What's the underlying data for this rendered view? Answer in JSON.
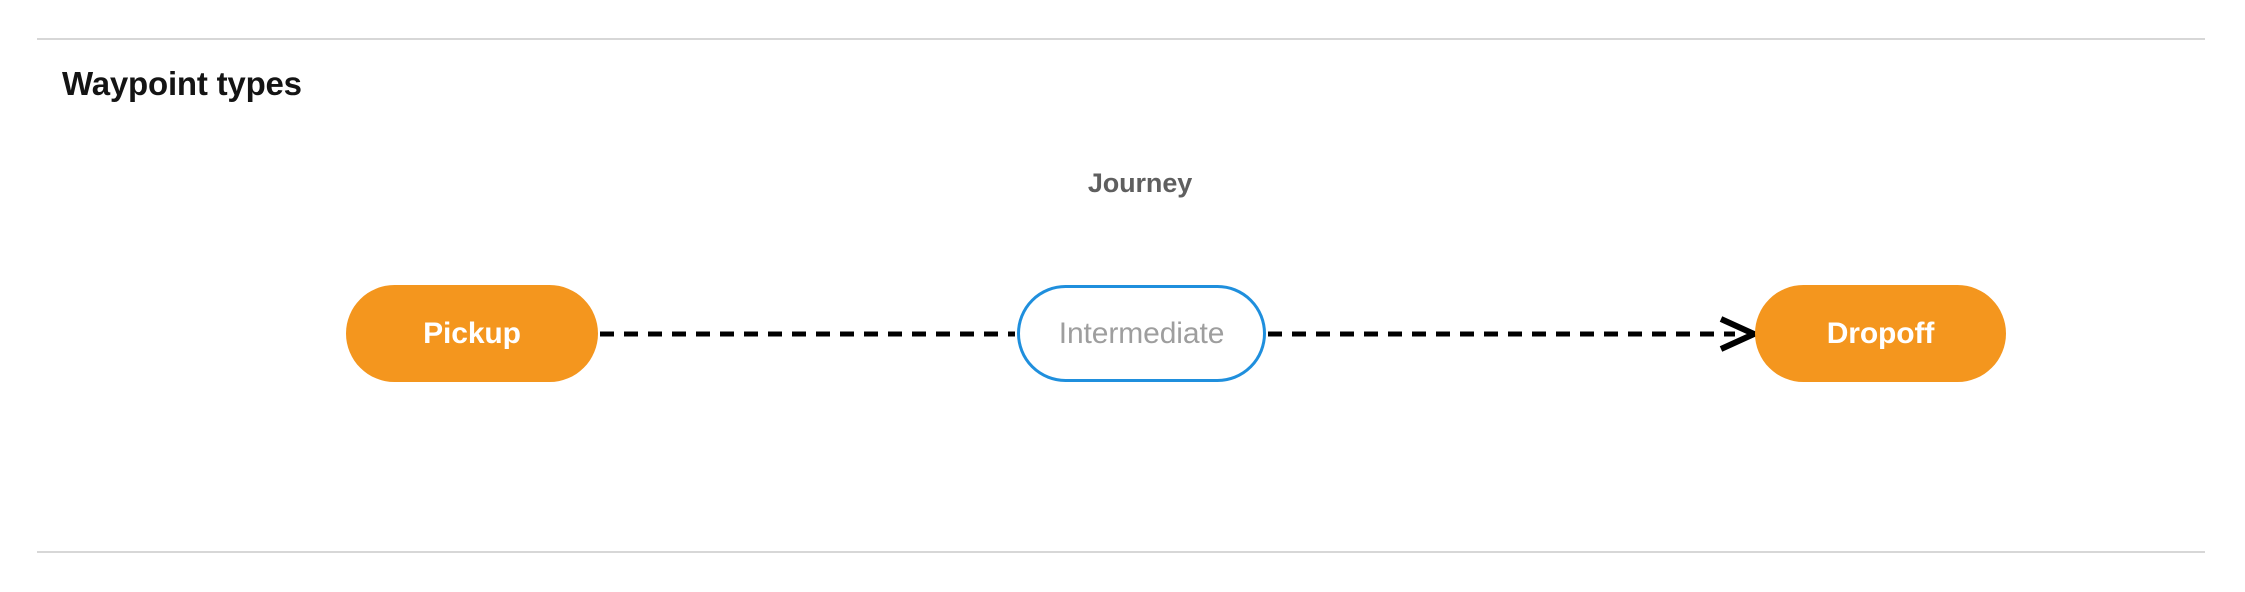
{
  "section": {
    "title": "Waypoint types"
  },
  "diagram": {
    "group_label": "Journey",
    "nodes": [
      {
        "id": "pickup",
        "label": "Pickup",
        "style": "filled",
        "color": "#f4961e",
        "text_color": "#ffffff"
      },
      {
        "id": "intermediate",
        "label": "Intermediate",
        "style": "outline",
        "color": "#1f8fdd",
        "text_color": "#9e9e9e"
      },
      {
        "id": "dropoff",
        "label": "Dropoff",
        "style": "filled",
        "color": "#f4961e",
        "text_color": "#ffffff"
      }
    ],
    "edges": [
      {
        "from": "pickup",
        "to": "intermediate",
        "style": "dashed",
        "arrowhead": false,
        "color": "#000000"
      },
      {
        "from": "intermediate",
        "to": "dropoff",
        "style": "dashed",
        "arrowhead": true,
        "color": "#000000"
      }
    ]
  },
  "colors": {
    "divider": "#d7d7d7",
    "title": "#141414",
    "group_label": "#5f5f5f",
    "background": "#ffffff"
  }
}
